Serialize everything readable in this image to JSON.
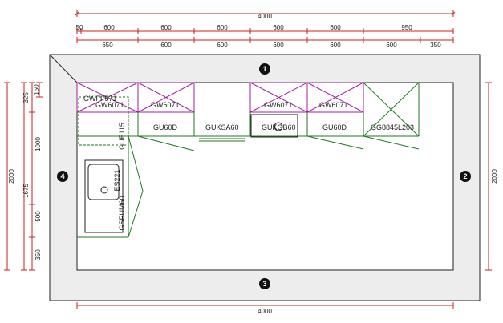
{
  "dimensions": {
    "top_total": "4000",
    "top_row1": [
      "50",
      "600",
      "600",
      "600",
      "600",
      "600",
      "950"
    ],
    "top_row2": [
      "650",
      "600",
      "600",
      "600",
      "600",
      "600",
      "350"
    ],
    "bottom_total": "4000",
    "left_outer": "2000",
    "left_mid": "1675",
    "left_inner": [
      "325",
      "1000",
      "500",
      "350"
    ],
    "left_top_small": "150",
    "right": "2000"
  },
  "walls": {
    "w1": "1",
    "w2": "2",
    "w3": "3",
    "w4": "4"
  },
  "units": {
    "wall_cabinets": [
      "GWFF571",
      "GW6071",
      "GW6071",
      "GW6071",
      "GW6071"
    ],
    "base_labels": [
      "GU60D",
      "GUKSA60",
      "GUKGB60",
      "GU60D",
      "GG8845L203"
    ],
    "left_labels": [
      "GUE115",
      "ES221",
      "GSPUM60"
    ]
  },
  "colors": {
    "dimension": "#cc1f1f",
    "wall_unit": "#a020a0",
    "base_unit": "#1e7a1e",
    "outline": "#222222"
  }
}
